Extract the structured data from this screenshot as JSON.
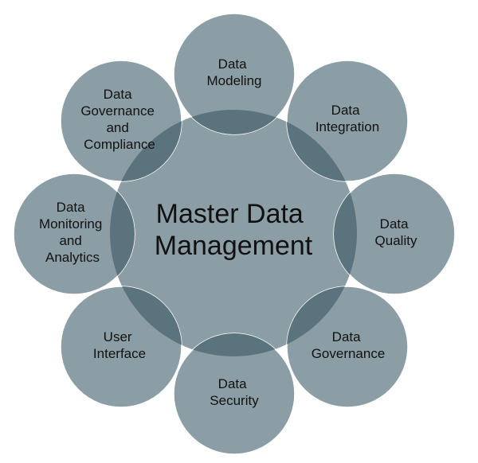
{
  "diagram": {
    "center": {
      "label_lines": [
        "Master Data",
        "Management"
      ]
    },
    "nodes": [
      {
        "key": "data-modeling",
        "label_lines": [
          "Data",
          "Modeling"
        ]
      },
      {
        "key": "data-integration",
        "label_lines": [
          "Data",
          "Integration"
        ]
      },
      {
        "key": "data-quality",
        "label_lines": [
          "Data",
          "Quality"
        ]
      },
      {
        "key": "data-governance",
        "label_lines": [
          "Data",
          "Governance"
        ]
      },
      {
        "key": "data-security",
        "label_lines": [
          "Data",
          "Security"
        ]
      },
      {
        "key": "user-interface",
        "label_lines": [
          "User",
          "Interface"
        ]
      },
      {
        "key": "data-monitoring-and-analytics",
        "label_lines": [
          "Data",
          "Monitoring",
          "and",
          "Analytics"
        ]
      },
      {
        "key": "data-governance-and-compliance",
        "label_lines": [
          "Data",
          "Governance",
          "and",
          "Compliance"
        ]
      }
    ],
    "colors": {
      "circle_fill": "#8c9ea5",
      "overlap_fill": "#5a737c",
      "text": "#111111"
    }
  }
}
